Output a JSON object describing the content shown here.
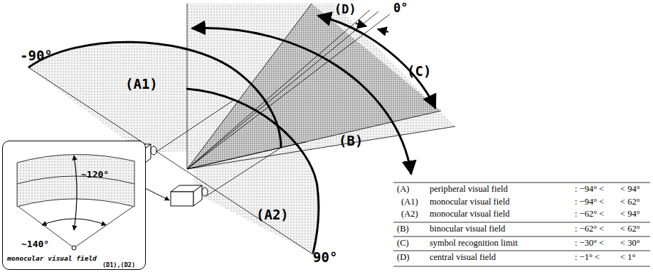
{
  "diagram": {
    "nodes": [
      {
        "text": [
          "~120°",
          "~140°",
          "monocular visual field",
          "(D1),(D2)"
        ]
      }
    ],
    "labels": [
      "-90°",
      "0°",
      "90°",
      "(A1)",
      "(A2)",
      "(B)",
      "(C)",
      "(D)",
      "(A)",
      "peripheral visual field",
      ": −94° <",
      "< 94°",
      "(A1)",
      "monocular visual field",
      ": −94° <",
      "< 62°",
      "(A2)",
      "monocular visual field",
      ": −62° <",
      "< 94°",
      "(B)",
      "binocular visual field",
      ": −62° <",
      "< 62°",
      "(C)",
      "symbol recognition limit",
      ": −30° <",
      "< 30°",
      "(D)",
      "central visual field",
      ": −1° <",
      "< 1°"
    ]
  }
}
